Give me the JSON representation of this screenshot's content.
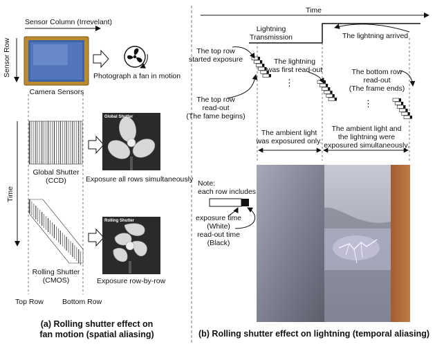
{
  "panel_a": {
    "sensor_column": "Sensor Column (Irrevelant)",
    "sensor_row": "Sensor Row",
    "camera_sensors": "Camera Sensors",
    "photograph_fan": "Photograph a fan in motion",
    "time_axis": "Time",
    "global_shutter_line1": "Global Shutter",
    "global_shutter_line2": "(CCD)",
    "global_photo_label": "Global Shutter",
    "exposure_all": "Exposure all rows simultaneously",
    "rolling_shutter_line1": "Rolling Shutter",
    "rolling_shutter_line2": "(CMOS)",
    "rolling_photo_label": "Rolling Shutter",
    "exposure_row": "Exposure row-by-row",
    "top_row": "Top Row",
    "bottom_row": "Bottom Row",
    "caption_line1": "(a) Rolling shutter effect on",
    "caption_line2": "fan motion (spatial aliasing)"
  },
  "panel_b": {
    "time_axis": "Time",
    "transmission_line1": "Lightning",
    "transmission_line2": "Transmission",
    "lightning_arrived": "The lightning arrived",
    "top_row_started": [
      "The top row",
      "started exposure"
    ],
    "lightning_first": [
      "The lightning",
      "was first read-out"
    ],
    "bottom_row_readout": [
      "The bottom row",
      "read-out",
      "(The frame ends)"
    ],
    "top_row_readout": [
      "The top row",
      "read-out",
      "(The fame begins)"
    ],
    "ambient_only": [
      "The ambient light",
      "was exposured only."
    ],
    "ambient_and_lightning": [
      "The ambient light and",
      "the lightning were",
      "exposured simultaneously."
    ],
    "ellipsis": "⋮",
    "note": [
      "Note:",
      "each row includes"
    ],
    "exposure_time": [
      "exposure time",
      "(White)"
    ],
    "readout_time": [
      "read-out time",
      "(Black)"
    ],
    "caption": "(b) Rolling shutter effect on lightning (temporal aliasing)"
  },
  "colors": {
    "sensor_gold": "#b98a2e",
    "sensor_blue": "#3f63a8",
    "sky_gray": "#8f919e",
    "wall_brown": "#b06a3a",
    "lightning": "#e9e6ff"
  },
  "icons": [
    "fan-icon",
    "arrow-right-icon"
  ]
}
